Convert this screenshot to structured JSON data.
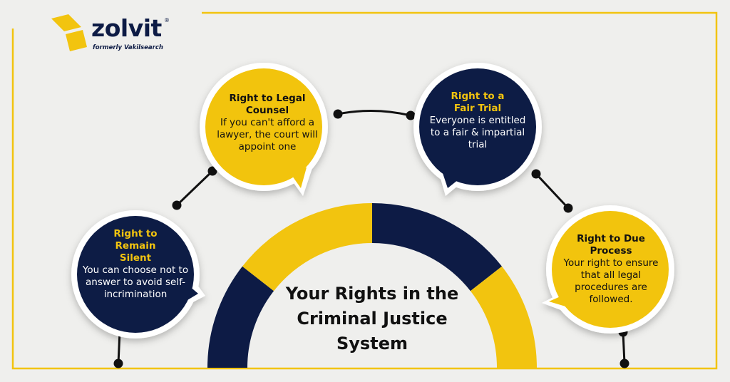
{
  "brand": {
    "name": "zolvit",
    "tagline": "formerly Vakilsearch",
    "registered_mark": "®"
  },
  "title": "Your Rights in the Criminal Justice System",
  "colors": {
    "navy": "#0d1b45",
    "yellow": "#f2c40f",
    "frame": "#f2c40f",
    "background": "#efefed"
  },
  "rights": [
    {
      "heading": "Right to Remain Silent",
      "body": "You can choose not to answer to avoid self- incrimination",
      "color": "navy"
    },
    {
      "heading": "Right to Legal Counsel",
      "body": "If you can't afford a lawyer, the court will appoint one",
      "color": "yellow"
    },
    {
      "heading": "Right to a Fair Trial",
      "body": "Everyone is entitled to a fair & impartial trial",
      "color": "navy"
    },
    {
      "heading": "Right to Due Process",
      "body": "Your right to ensure that all legal procedures are followed.",
      "color": "yellow"
    }
  ]
}
